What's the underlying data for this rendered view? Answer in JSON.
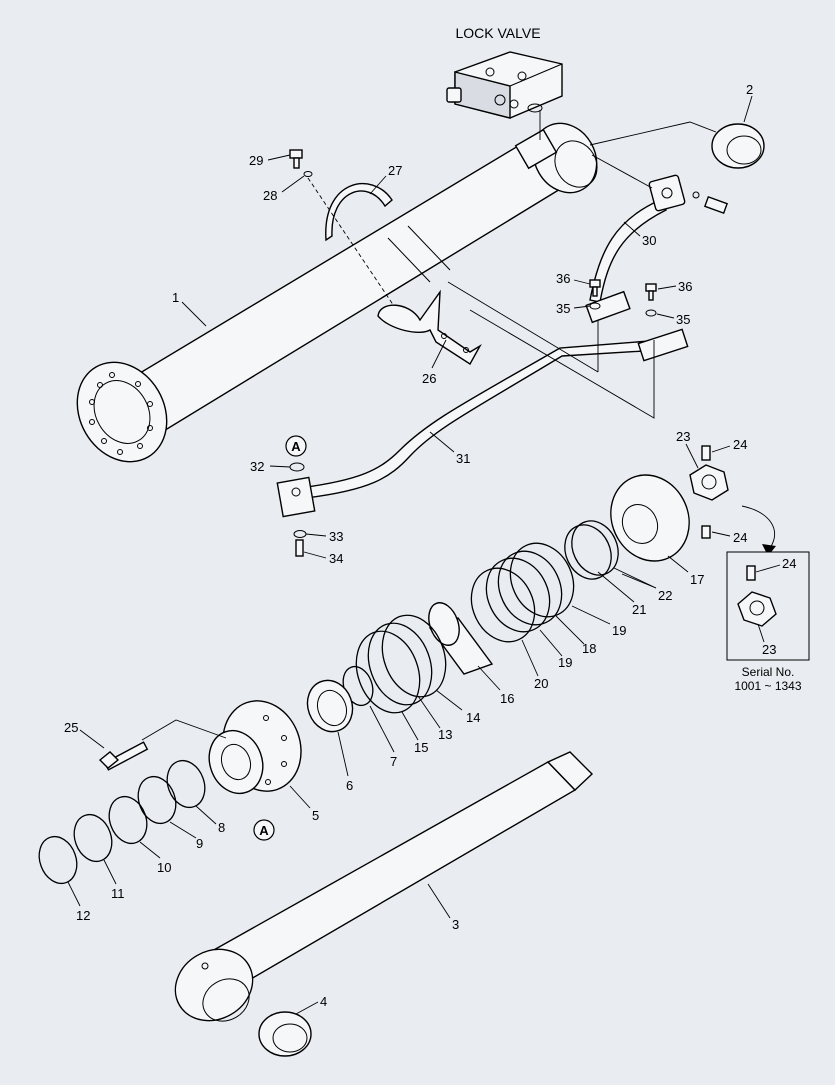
{
  "diagram": {
    "title": "LOCK VALVE",
    "callouts": [
      "1",
      "2",
      "3",
      "4",
      "5",
      "6",
      "7",
      "8",
      "9",
      "10",
      "11",
      "12",
      "13",
      "14",
      "15",
      "16",
      "17",
      "18",
      "19",
      "19",
      "20",
      "21",
      "22",
      "23",
      "24",
      "24",
      "25",
      "26",
      "27",
      "28",
      "29",
      "30",
      "31",
      "32",
      "33",
      "34",
      "35",
      "35",
      "36",
      "36"
    ],
    "reference_marker": "A",
    "inset": {
      "label": "Serial No.",
      "range": "1001 ~ 1343",
      "part_nut": "23",
      "part_screw": "24"
    },
    "colors": {
      "background": "#e9ecf1",
      "line": "#000000",
      "part_fill": "#f6f7f9"
    }
  }
}
